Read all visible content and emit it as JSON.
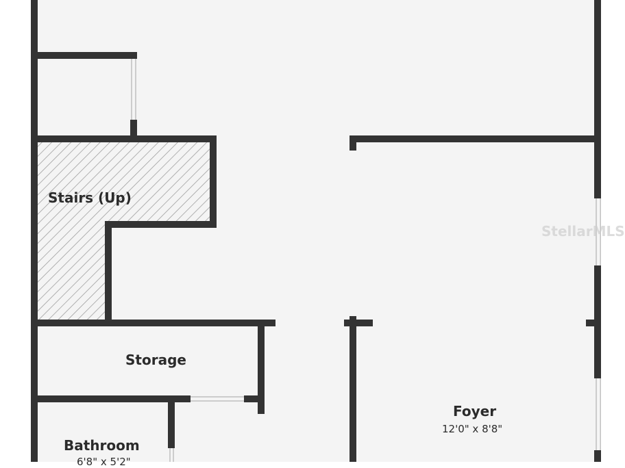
{
  "rooms": {
    "stairs": {
      "name": "Stairs (Up)"
    },
    "storage": {
      "name": "Storage"
    },
    "bathroom": {
      "name": "Bathroom",
      "dimensions": "6'8\" x 5'2\""
    },
    "foyer": {
      "name": "Foyer",
      "dimensions": "12'0\" x 8'8\""
    }
  },
  "watermark": {
    "text": "StellarMLS"
  },
  "colors": {
    "wall": "#333333",
    "floor": "#f4f4f4",
    "background": "#ffffff",
    "hatch": "#9a9a9a",
    "window": "#cccccc",
    "text": "#2b2b2b"
  }
}
